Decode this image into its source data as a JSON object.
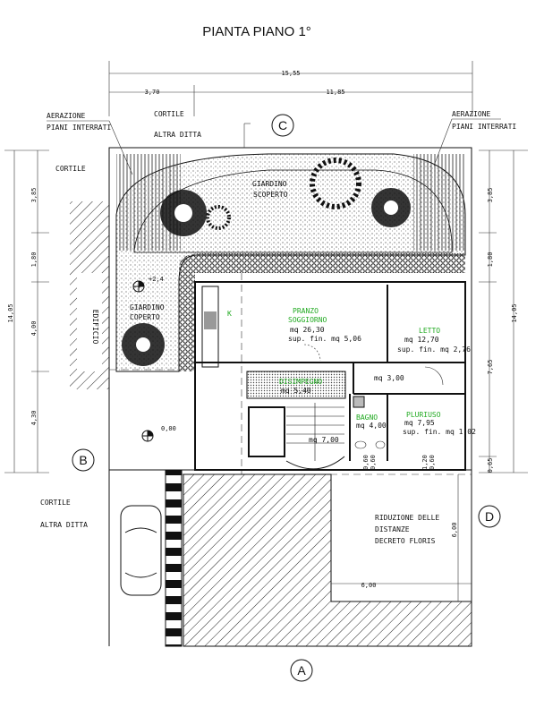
{
  "title": "PIANTA PIANO 1°",
  "dimensions": {
    "top_total": "15,55",
    "top_left": "3,70",
    "top_right": "11,85",
    "left_total": "14,05",
    "left_parts": [
      "3,85",
      "1,80",
      "4,00",
      "4,30"
    ],
    "right_total": "14,05",
    "right_parts": [
      "3,85",
      "1,80",
      "7,65",
      "0,65"
    ],
    "window_a": [
      "0,60",
      "0,60"
    ],
    "window_b": [
      "1,20",
      "0,60"
    ],
    "lower_h": "6,00",
    "lower_v": "6,00"
  },
  "labels": {
    "cortile_top": "CORTILE",
    "altra_ditta_top": "ALTRA DITTA",
    "aerazione_left": [
      "AERAZIONE",
      "PIANI INTERRATI"
    ],
    "aerazione_right": [
      "AERAZIONE",
      "PIANI INTERRATI"
    ],
    "cortile_left": "CORTILE",
    "giardino_scoperto": [
      "GIARDINO",
      "SCOPERTO"
    ],
    "giardino_coperto": [
      "GIARDINO",
      "COPERTO"
    ],
    "edificio": "EDIFICIO",
    "level_garden": "+2,4",
    "level_ground": "0,00",
    "cortile_bottom": "CORTILE",
    "altra_ditta_bottom": "ALTRA DITTA",
    "riduzione": [
      "RIDUZIONE DELLE",
      "DISTANZE",
      "DECRETO FLORIS"
    ]
  },
  "rooms": {
    "kitchen": "K",
    "pranzo": {
      "name": [
        "PRANZO",
        "SOGGIORNO"
      ],
      "area": "mq 26,30",
      "sup": "sup. fin. mq 5,06"
    },
    "letto": {
      "name": "LETTO",
      "area": "mq 12,70",
      "sup": "sup. fin. mq 2,76"
    },
    "ripostiglio": {
      "area": "mq 3,00"
    },
    "disimpegno": {
      "name": "DISIMPEGNO",
      "area": "mq 5,40"
    },
    "bagno": {
      "name": "BAGNO",
      "area": "mq 4,00"
    },
    "pluriuso": {
      "name": "PLURIUSO",
      "area": "mq 7,95",
      "sup": "sup. fin. mq 1,02"
    },
    "scala": {
      "area": "mq 7,00"
    }
  },
  "section_markers": [
    "A",
    "B",
    "C",
    "D"
  ],
  "colors": {
    "room_names": "#22aa22",
    "lines": "#111111"
  }
}
